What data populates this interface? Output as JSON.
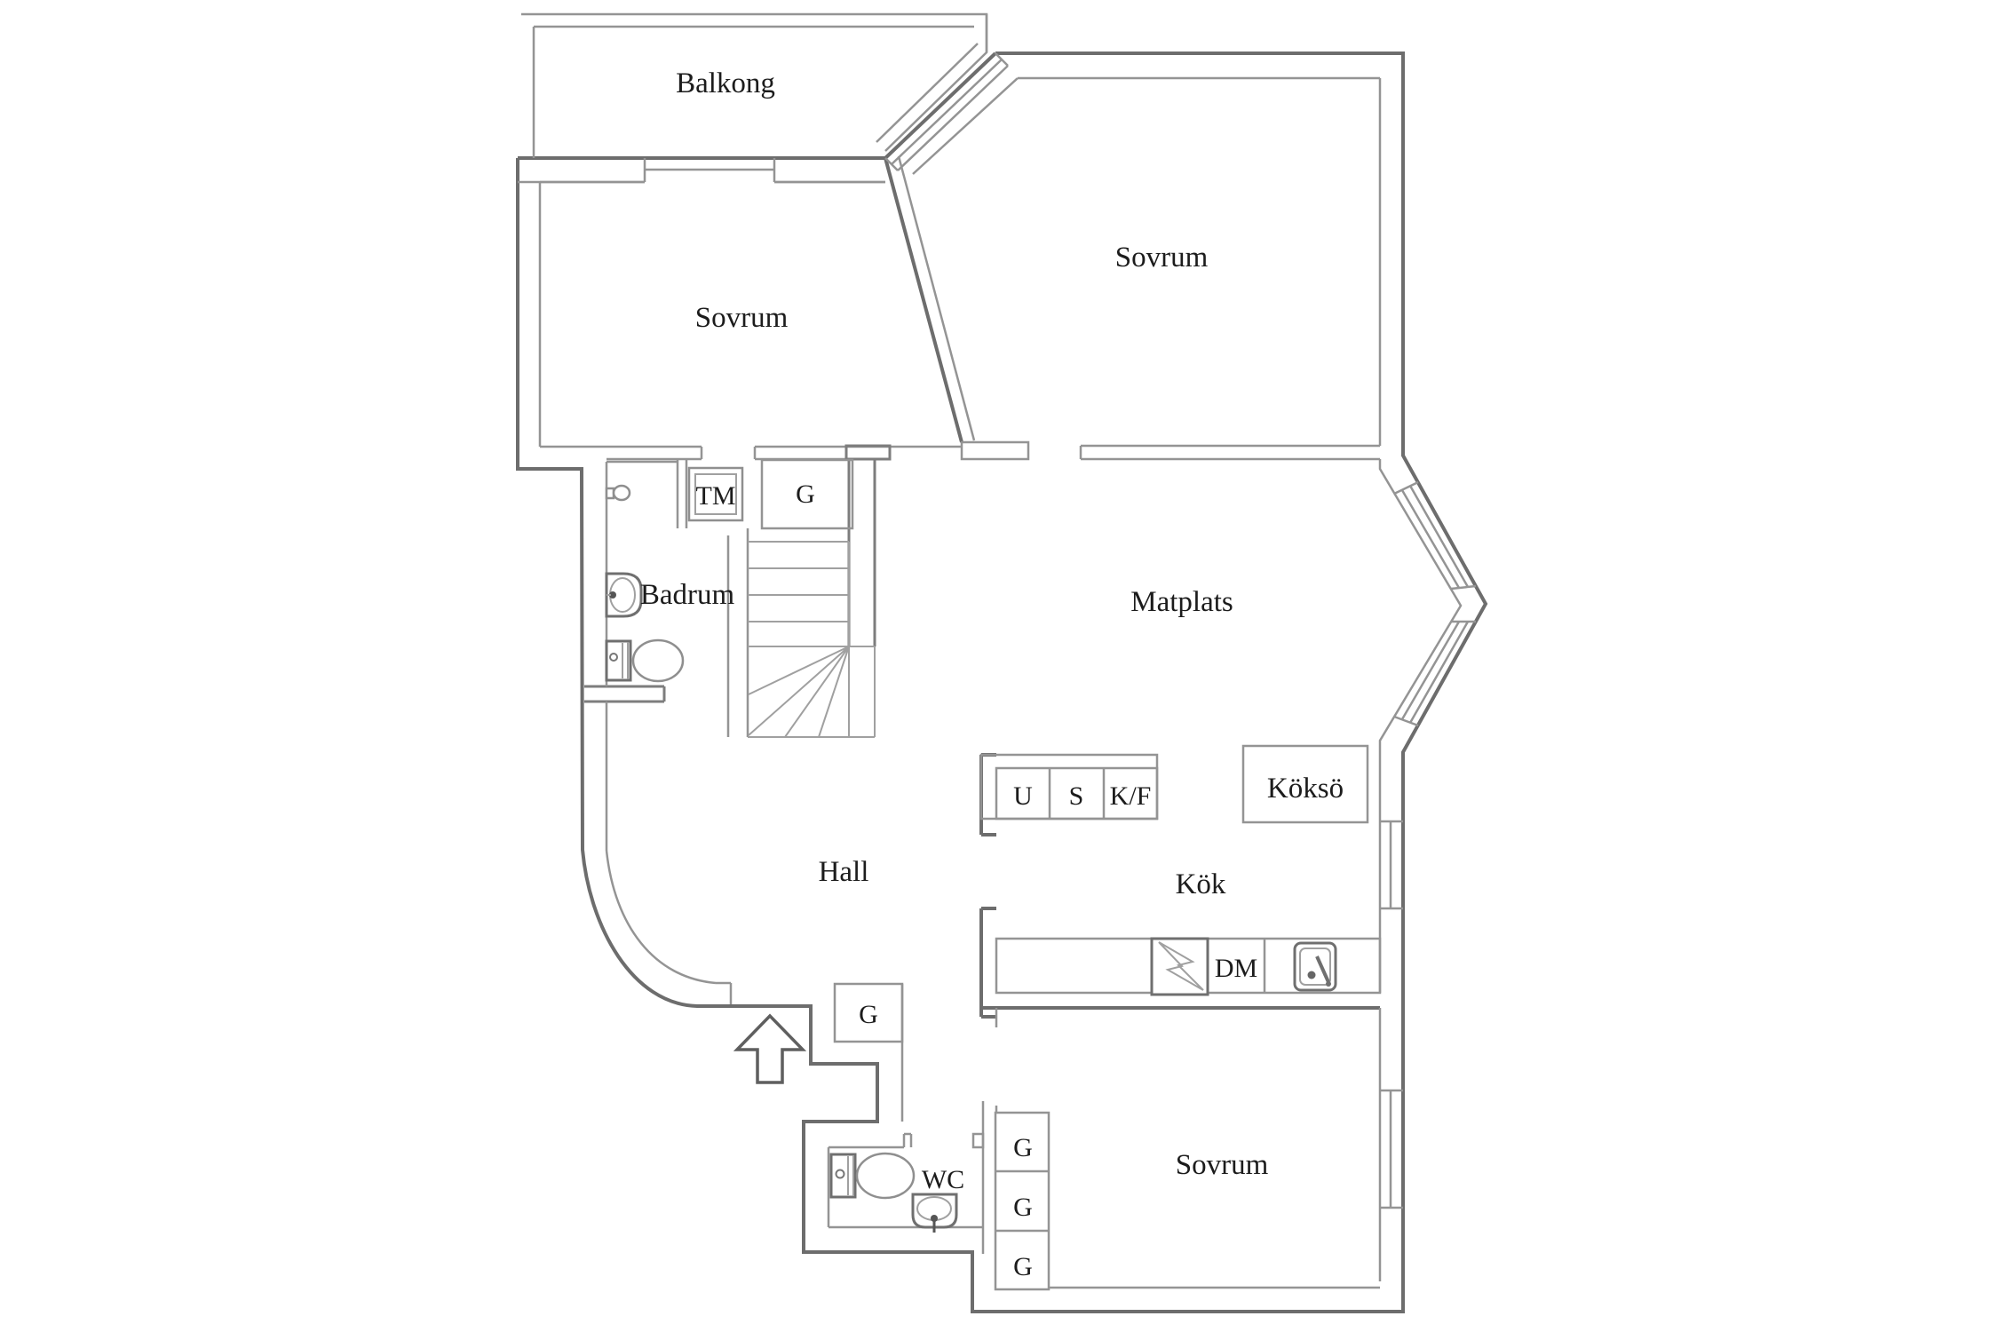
{
  "document": {
    "type": "floor-plan",
    "background": "#ffffff"
  },
  "colors": {
    "wall_exterior": "#6d6d6d",
    "wall_interior": "#949494",
    "furniture": "#8f8f8f",
    "text": "#1c1c1c"
  },
  "rooms": {
    "balcony": "Balkong",
    "bedroom_top_left": "Sovrum",
    "bedroom_top_right": "Sovrum",
    "bathroom": "Badrum",
    "dining_area": "Matplats",
    "hall": "Hall",
    "kitchen": "Kök",
    "wc": "WC",
    "bedroom_bottom": "Sovrum"
  },
  "fixtures": {
    "washing_machine": "TM",
    "kitchen_island": "Köksö",
    "oven": "U",
    "pantry": "S",
    "fridge_freezer": "K/F",
    "dishwasher": "DM"
  },
  "closets": {
    "upper_hall": "G",
    "entry": "G",
    "bedroom_1": "G",
    "bedroom_2": "G",
    "bedroom_3": "G"
  }
}
